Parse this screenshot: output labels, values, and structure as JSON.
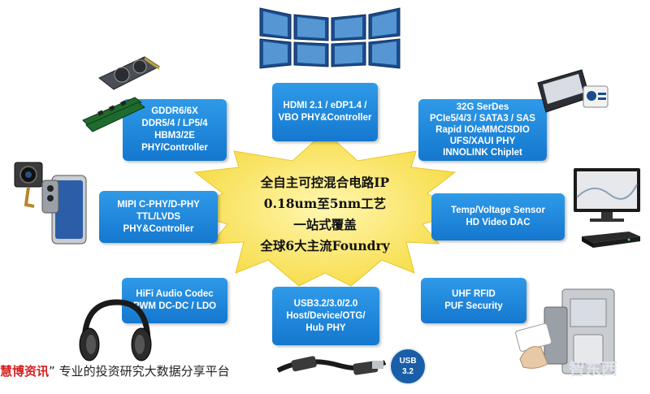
{
  "center": {
    "line1": "全自主可控混合电路IP",
    "line2": "0.18um至5nm工艺",
    "line3": "一站式覆盖",
    "line4": "全球6大主流Foundry"
  },
  "boxes": {
    "ddr": [
      "GDDR6/6X",
      "DDR5/4 / LP5/4",
      "HBM3/2E",
      "PHY/Controller"
    ],
    "hdmi": [
      "HDMI 2.1 / eDP1.4 /",
      "VBO PHY&Controller"
    ],
    "serdes": [
      "32G SerDes",
      "PCIe5/4/3 / SATA3 / SAS",
      "Rapid IO/eMMC/SDIO",
      "UFS/XAUI PHY",
      "INNOLINK Chiplet"
    ],
    "mipi": [
      "MIPI C-PHY/D-PHY",
      "TTL/LVDS",
      "PHY&Controller"
    ],
    "temp": [
      "Temp/Voltage Sensor",
      "HD Video DAC"
    ],
    "audio": [
      "HiFi Audio Codec",
      "PWM DC-DC / LDO"
    ],
    "usb": [
      "USB3.2/3.0/2.0",
      "Host/Device/OTG/",
      "Hub PHY"
    ],
    "uhf": [
      "UHF RFID",
      "PUF Security"
    ]
  },
  "usb_badge": {
    "line1": "USB",
    "line2": "3.2"
  },
  "footer": {
    "brand": "慧博资讯",
    "quote": "”",
    "slogan": "专业的投资研究大数据分享平台"
  },
  "watermark": "智东西",
  "colors": {
    "box": "#1f86dc",
    "star": "#fbe44a",
    "brand": "#d62020"
  },
  "icons": [
    "video-wall-icon",
    "graphics-card-icon",
    "memory-module-icon",
    "ssd-icon",
    "camera-module-icon",
    "smartphone-icon",
    "monitor-icon",
    "set-top-box-icon",
    "headphones-icon",
    "usb-cable-icon",
    "access-terminal-icon"
  ]
}
